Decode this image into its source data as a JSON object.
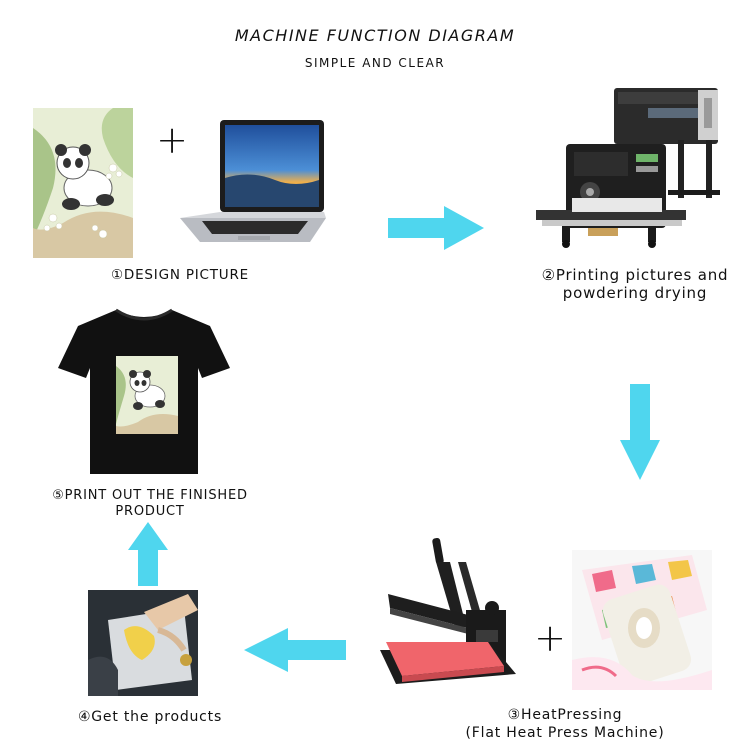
{
  "header": {
    "title": "MACHINE FUNCTION DIAGRAM",
    "subtitle": "SIMPLE AND CLEAR"
  },
  "steps": {
    "design": {
      "label": "①DESIGN PICTURE"
    },
    "printing": {
      "line1": "②Printing pictures and",
      "line2": "powdering drying"
    },
    "heatpress": {
      "line1": "③HeatPressing",
      "line2": "(Flat Heat Press Machine)"
    },
    "products": {
      "label": "④Get the products"
    },
    "finished": {
      "line1": "⑤PRINT OUT THE FINISHED",
      "line2": "PRODUCT"
    }
  },
  "symbols": {
    "plus": "+"
  },
  "colors": {
    "arrow": "#4fd6ee",
    "press_plate": "#f0656b",
    "shirt": "#111111"
  }
}
